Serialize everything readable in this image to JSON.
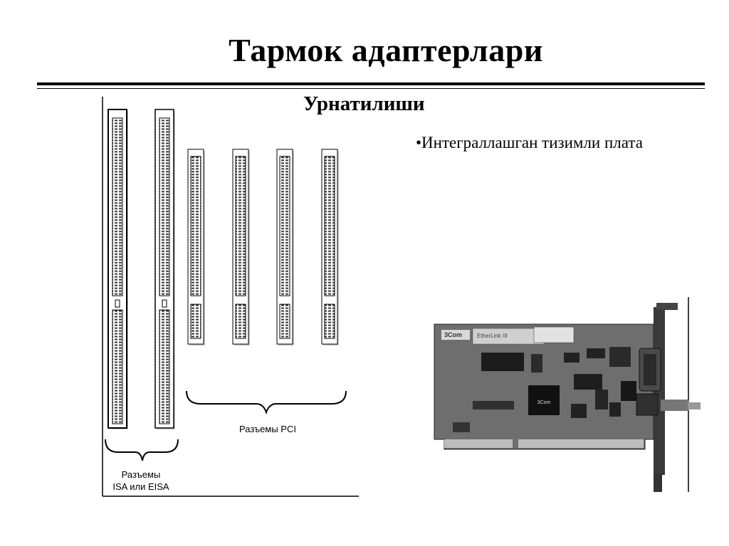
{
  "slide": {
    "title": "Тармок адаптерлари",
    "subtitle": "Урнатилиши",
    "bullet": "•Интеграллашган тизимли плата"
  },
  "slots_figure": {
    "pci_label": "Разъемы PCI",
    "isa_label_line1": "Разъемы",
    "isa_label_line2": "ISA или EISA"
  },
  "nic_figure": {
    "brand": "3Com",
    "model": "EtherLink III",
    "chip_label": "3Com"
  }
}
